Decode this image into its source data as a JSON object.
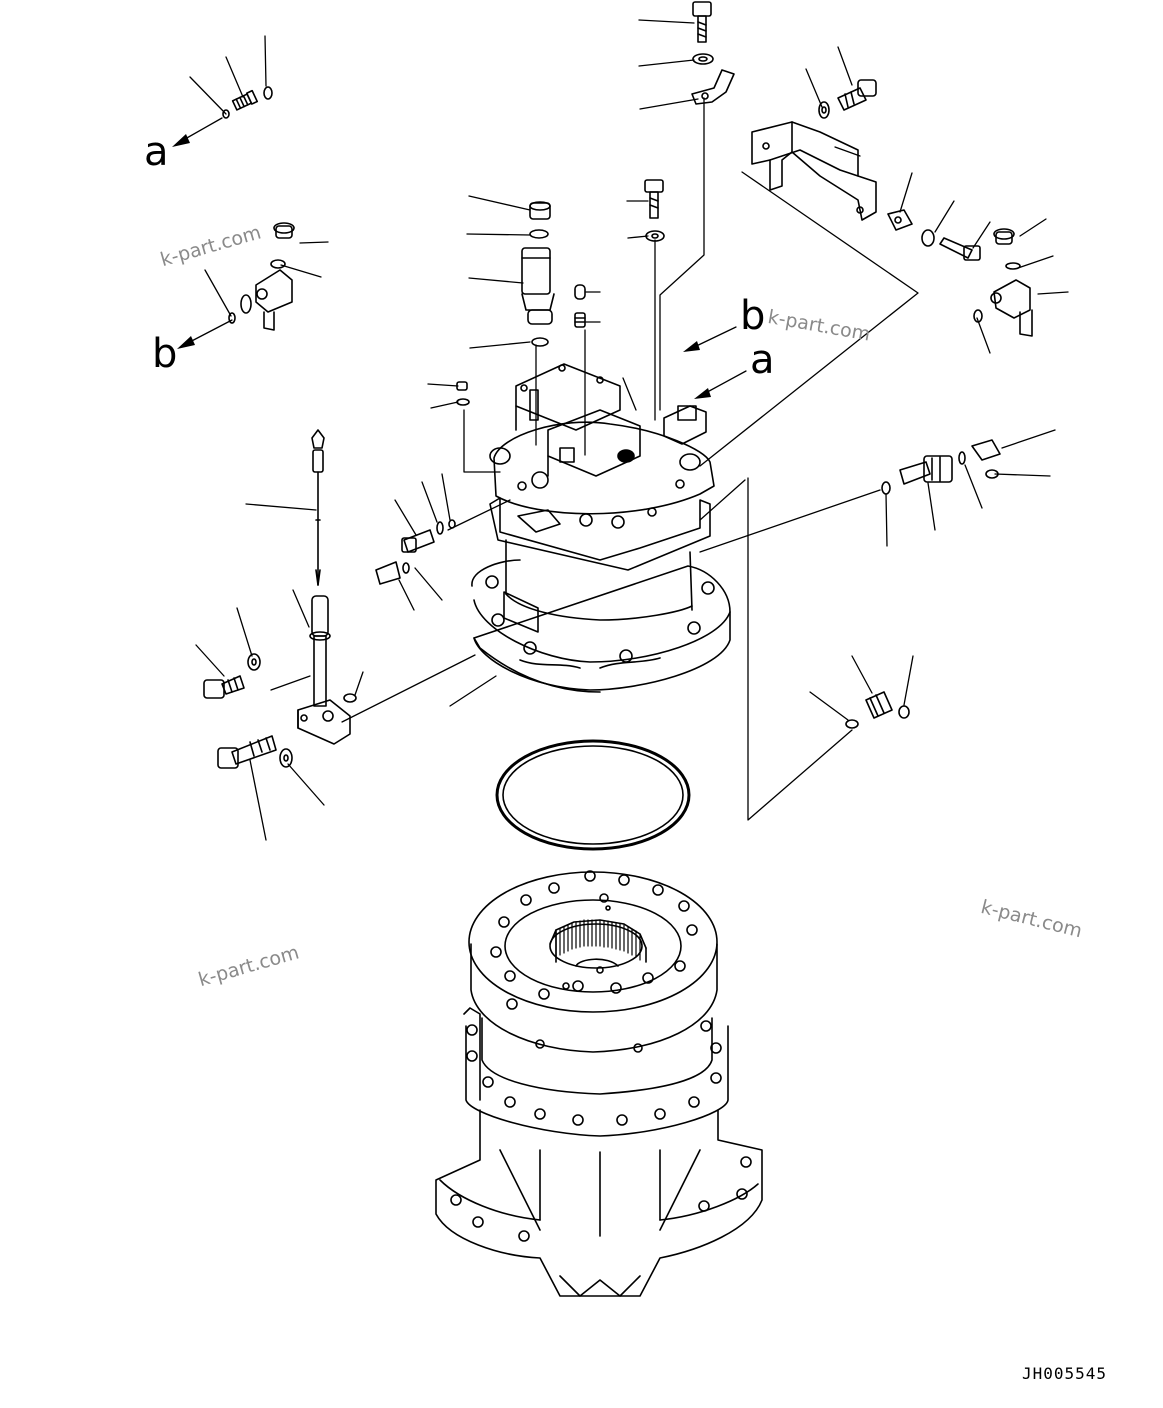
{
  "diagram": {
    "reference_letters": {
      "a_top": "a",
      "b_left": "b",
      "b_center": "b",
      "a_center": "a"
    },
    "watermarks": [
      "k-part.com",
      "k-part.com",
      "k-part.com",
      "k-part.com"
    ],
    "drawing_code": "JH005545"
  }
}
